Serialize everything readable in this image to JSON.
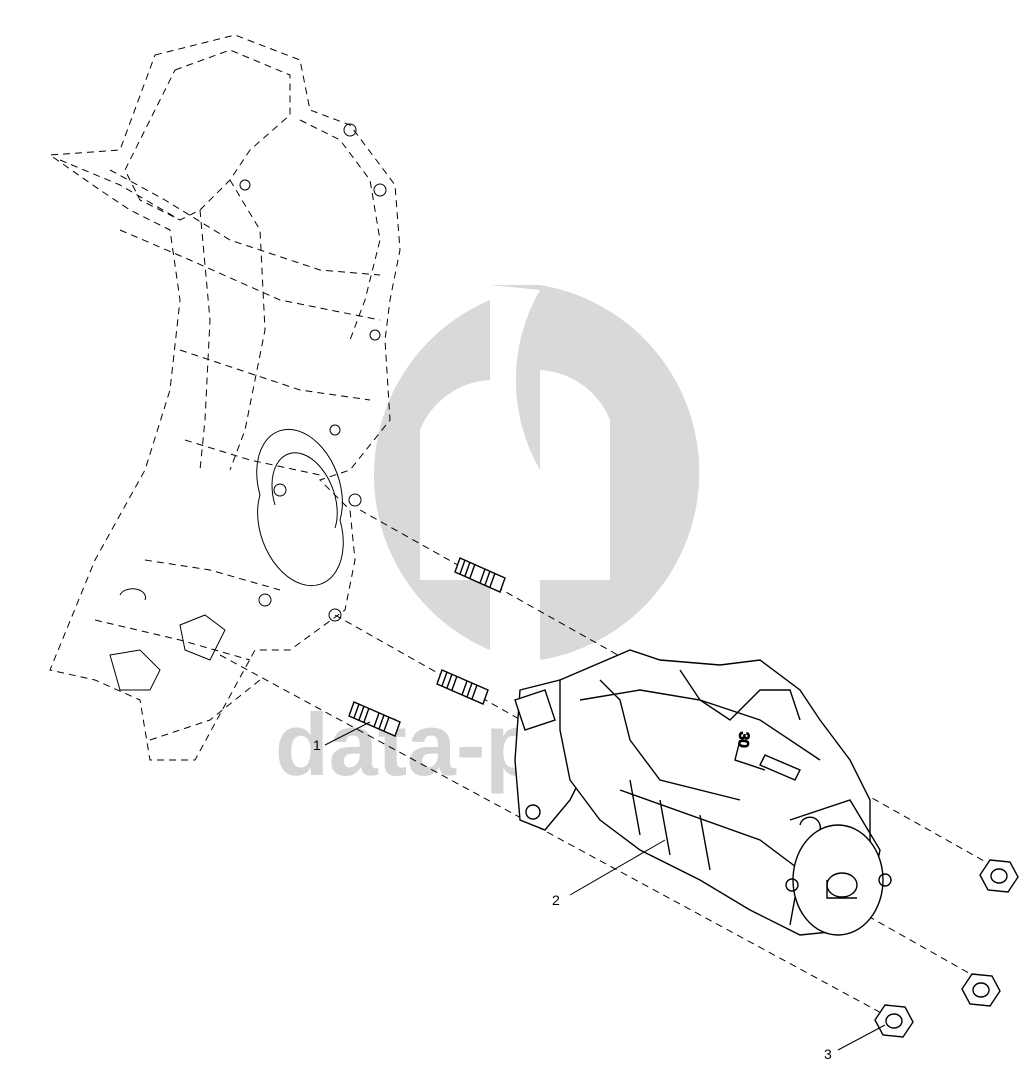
{
  "watermark": {
    "text": "data-parts",
    "color": "#d4d4d4"
  },
  "callouts": [
    {
      "id": "1",
      "label": "1"
    },
    {
      "id": "2",
      "label": "2"
    },
    {
      "id": "3",
      "label": "3"
    }
  ],
  "starter_terminal_label": "30"
}
